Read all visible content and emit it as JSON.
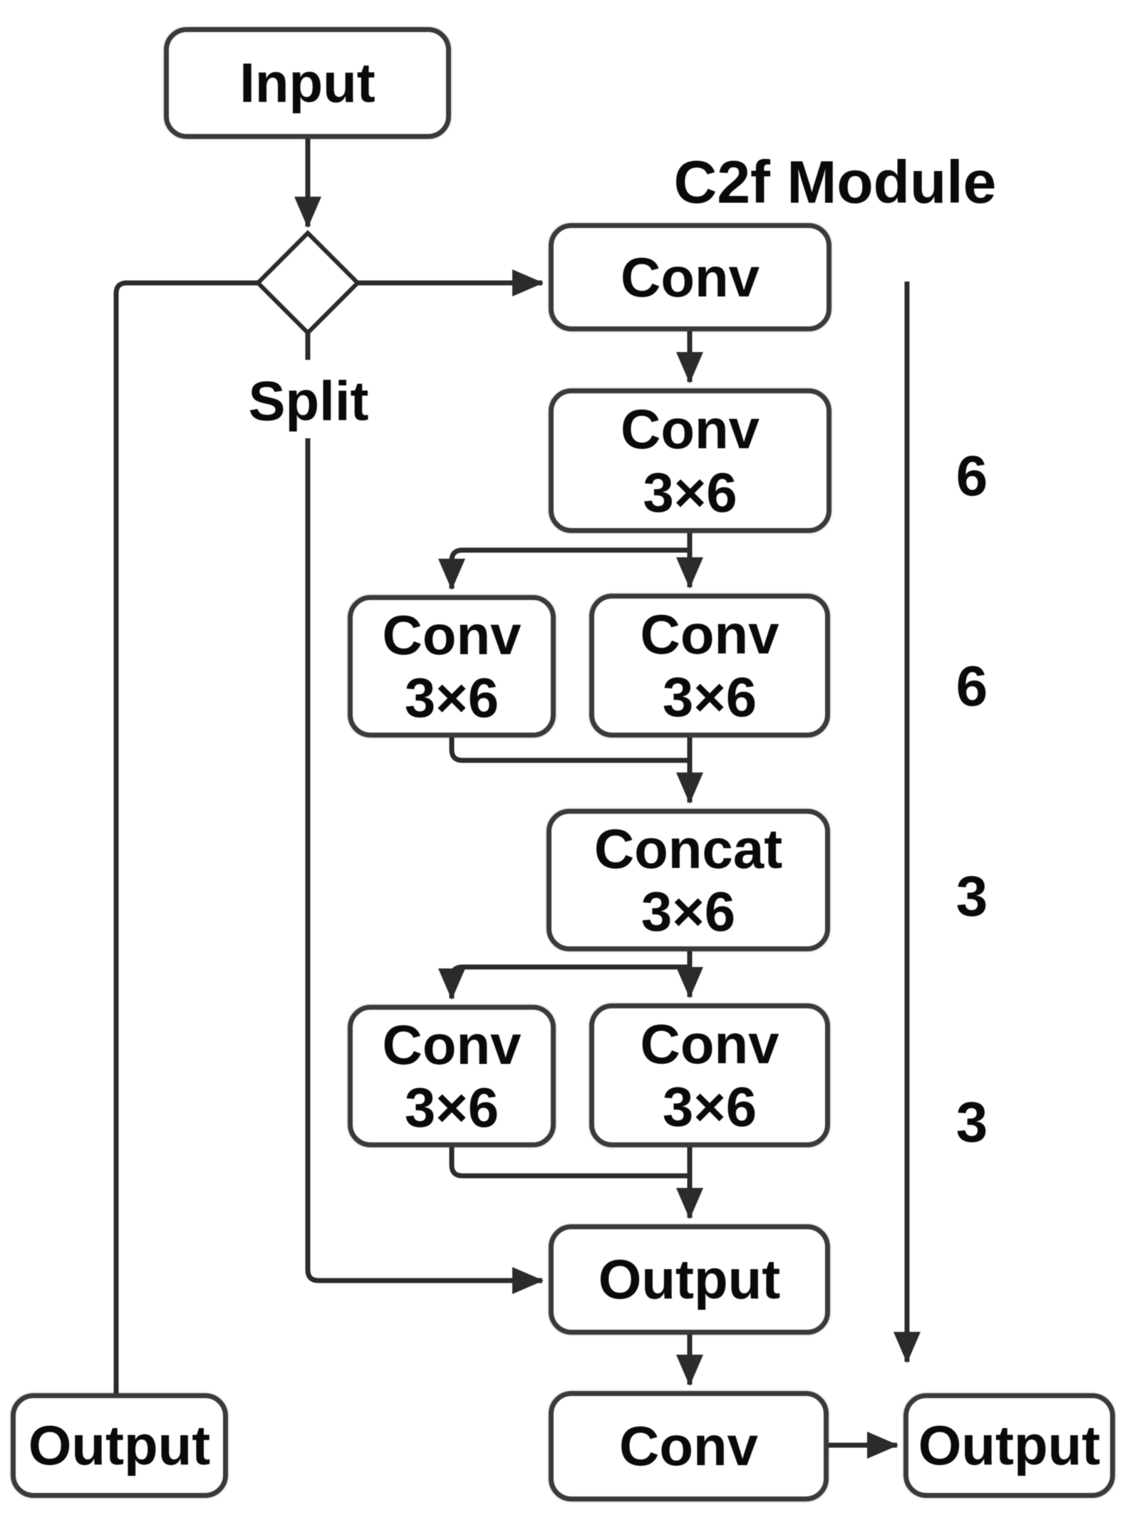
{
  "title": "C2f Module",
  "labels": {
    "split": "Split"
  },
  "nodes": {
    "input": {
      "label": "Input"
    },
    "conv_top": {
      "label": "Conv"
    },
    "conv_3x6_main": {
      "label": "Conv",
      "sub": "3×6"
    },
    "conv_3x6_left1": {
      "label": "Conv",
      "sub": "3×6"
    },
    "conv_3x6_right1": {
      "label": "Conv",
      "sub": "3×6"
    },
    "concat_3x6": {
      "label": "Concat",
      "sub": "3×6"
    },
    "conv_3x6_left2": {
      "label": "Conv",
      "sub": "3×6"
    },
    "conv_3x6_right2": {
      "label": "Conv",
      "sub": "3×6"
    },
    "output_module": {
      "label": "Output"
    },
    "conv_bottom": {
      "label": "Conv"
    },
    "output_right": {
      "label": "Output"
    },
    "output_left": {
      "label": "Output"
    }
  },
  "side_counts": [
    "6",
    "6",
    "3",
    "3"
  ],
  "colors": {
    "line": "#2b2b2b",
    "border": "#3a3a3a",
    "text": "#0a0a0a",
    "background": "#ffffff"
  }
}
